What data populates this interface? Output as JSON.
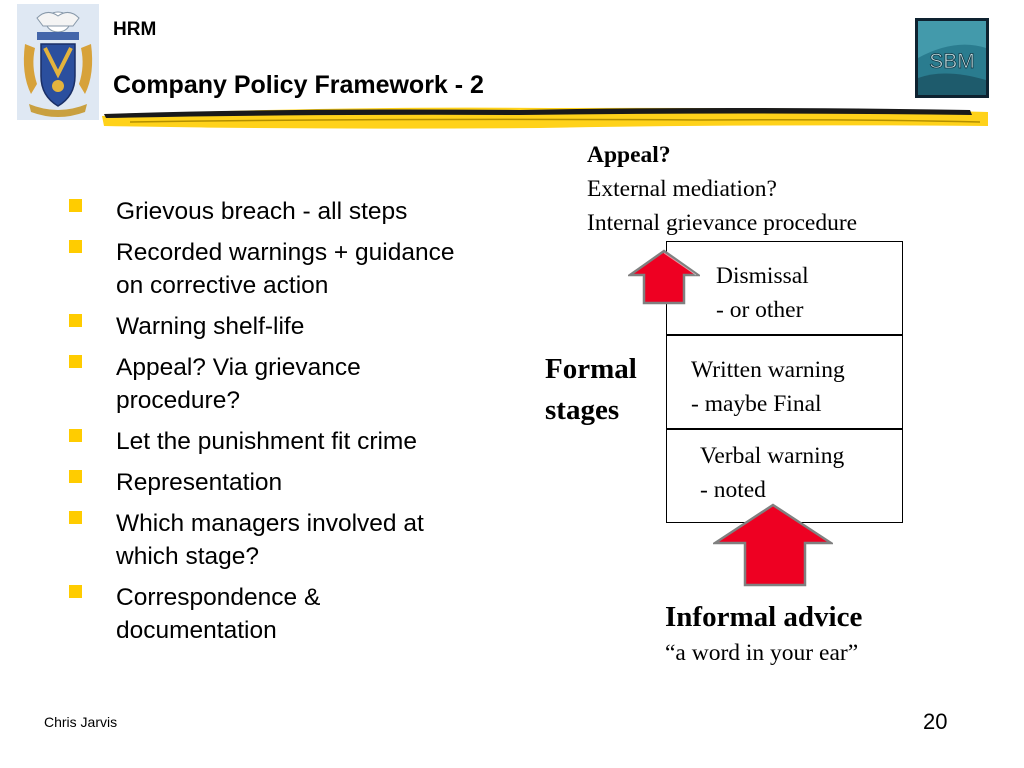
{
  "header": {
    "section": "HRM",
    "title": "Company Policy Framework - 2",
    "logo_text": "SBM"
  },
  "bullets": [
    {
      "lines": [
        "Grievous breach  -  all steps"
      ]
    },
    {
      "lines": [
        "Recorded warnings + guidance",
        "on corrective action"
      ]
    },
    {
      "lines": [
        "Warning shelf-life"
      ]
    },
    {
      "lines": [
        "Appeal? Via grievance",
        "procedure?"
      ]
    },
    {
      "lines": [
        "Let the punishment fit crime"
      ]
    },
    {
      "lines": [
        "Representation"
      ]
    },
    {
      "lines": [
        "Which managers involved at",
        "which stage?"
      ]
    },
    {
      "lines": [
        "Correspondence &",
        "documentation"
      ]
    }
  ],
  "diagram": {
    "appeal": {
      "heading": "Appeal?",
      "line1": "External mediation?",
      "line2": "Internal grievance procedure"
    },
    "stages": [
      {
        "line1": "Dismissal",
        "line2": "- or other"
      },
      {
        "line1": "Written warning",
        "line2": "- maybe Final"
      },
      {
        "line1": "Verbal warning",
        "line2": "- noted"
      }
    ],
    "formal_label": {
      "line1": "Formal",
      "line2": "stages"
    },
    "informal": {
      "heading": "Informal advice",
      "quote": "“a word in your ear”"
    }
  },
  "footer": {
    "author": "Chris Jarvis",
    "page_number": "20"
  },
  "colors": {
    "bullet": "#ffcc00",
    "arrow": "#ee0022",
    "rule_yellow": "#ffd21a",
    "logo_bg": "#1f6f86"
  },
  "icons": [
    "crest-logo",
    "sbm-logo",
    "up-arrow-icon"
  ]
}
